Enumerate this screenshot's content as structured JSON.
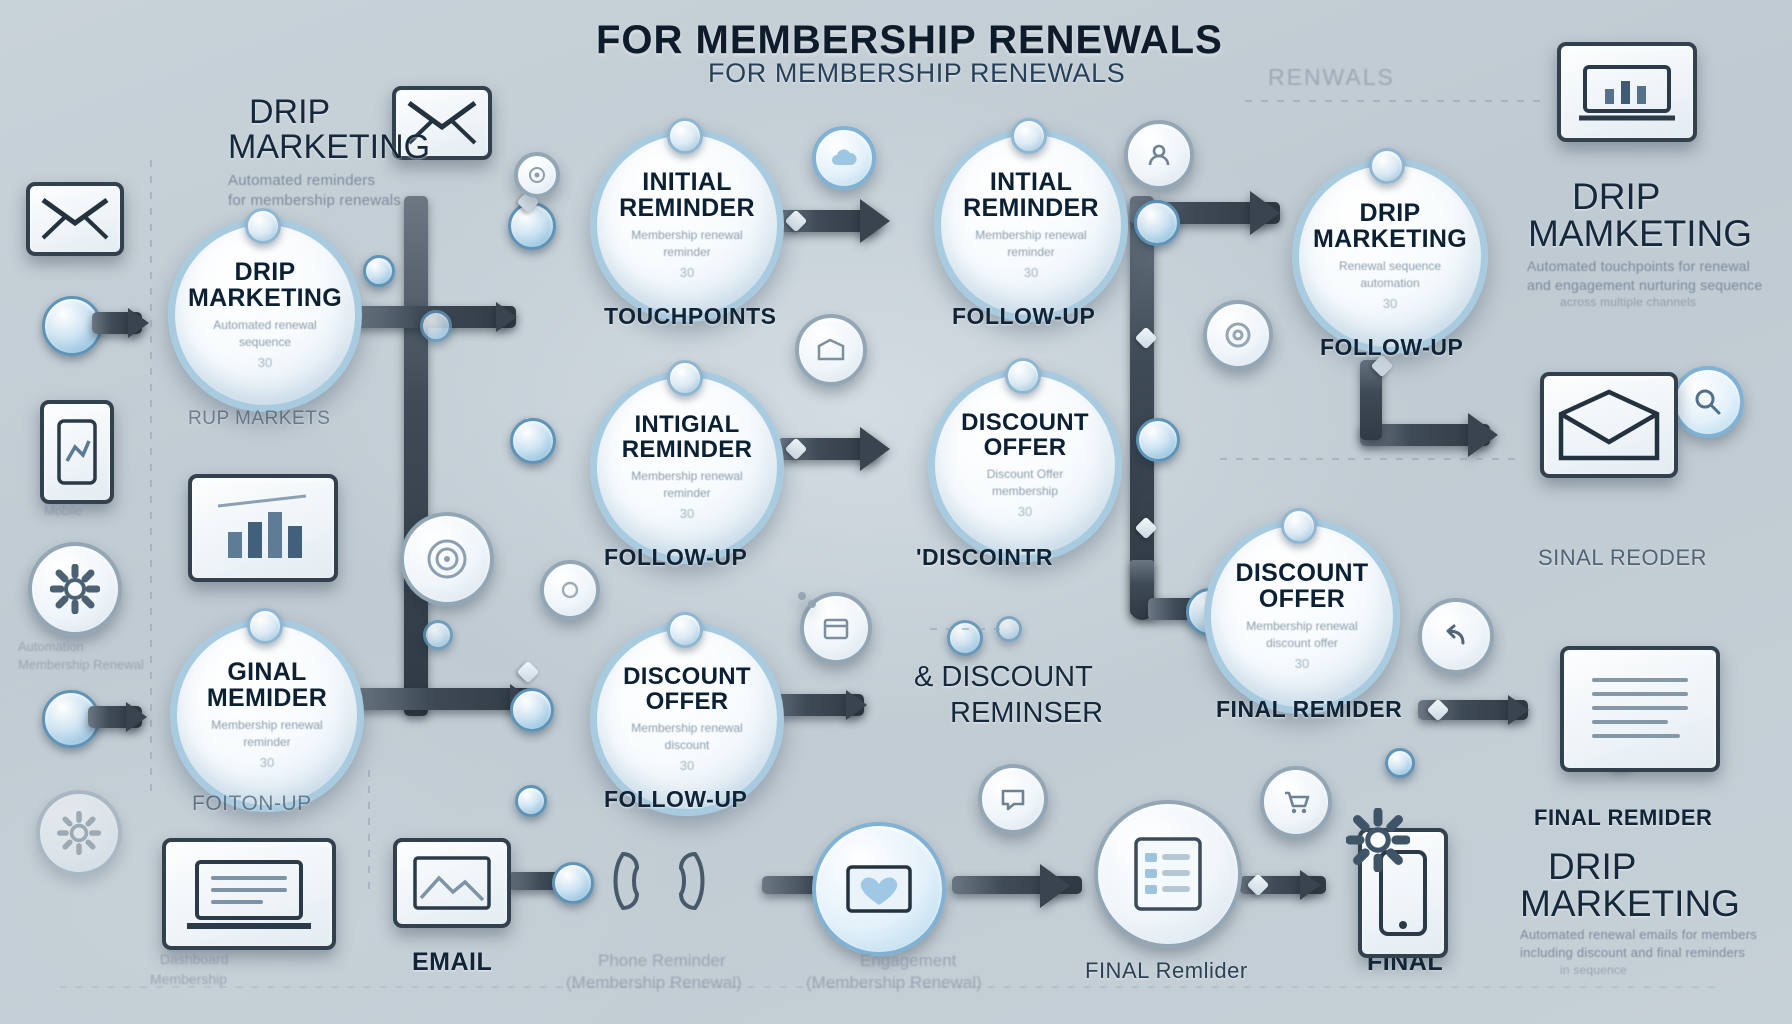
{
  "header": {
    "title": "FOR MEMBERSHIP RENEWALS",
    "subtitle": "FOR MEMBERSHIP RENEWALS",
    "corner_label": "RENWALS"
  },
  "side_panels": {
    "top_left": {
      "title_line1": "DRIP",
      "title_line2": "MARKETING",
      "blurb_line1": "Automated reminders",
      "blurb_line2": "for membership renewals"
    },
    "top_right": {
      "title_line1": "DRIP",
      "title_line2": "MAMKETING",
      "blurb_line1": "Automated touchpoints for renewal",
      "blurb_line2": "and engagement nurturing sequence",
      "blurb_line3": "across multiple channels"
    },
    "bottom_right": {
      "caption": "FINAL REMIDER",
      "title_line1": "DRIP",
      "title_line2": "MARKETING",
      "blurb_line1": "Automated renewal emails for members",
      "blurb_line2": "including discount and final reminders",
      "blurb_line3": "in sequence"
    }
  },
  "nodes": [
    {
      "id": "drip-marketing-left",
      "title_line1": "DRIP",
      "title_line2": "MARKETING",
      "sub_line1": "Automated renewal",
      "sub_line2": "sequence",
      "mark": "30",
      "caption": "RUP MARKETS"
    },
    {
      "id": "initial-reminder-top",
      "title_line1": "INITIAL",
      "title_line2": "REMINDER",
      "sub_line1": "Membership renewal",
      "sub_line2": "reminder",
      "mark": "30",
      "caption": "TOUCHPOINTS"
    },
    {
      "id": "initial-reminder-mid",
      "title_line1": "INTIGIAL",
      "title_line2": "REMINDER",
      "sub_line1": "Membership renewal",
      "sub_line2": "reminder",
      "mark": "30",
      "caption": "FOLLOW-UP"
    },
    {
      "id": "discount-offer-left",
      "title_line1": "DISCOUNT",
      "title_line2": "OFFER",
      "sub_line1": "Membership renewal",
      "sub_line2": "discount",
      "mark": "30",
      "caption": "FOLLOW-UP"
    },
    {
      "id": "final-reminder-left",
      "title_line1": "GINAL",
      "title_line2": "MEMIDER",
      "sub_line1": "Membership renewal",
      "sub_line2": "reminder",
      "mark": "30",
      "caption": "FOITON-UP"
    },
    {
      "id": "initial-reminder-right",
      "title_line1": "INTIAL",
      "title_line2": "REMINDER",
      "sub_line1": "Membership renewal",
      "sub_line2": "reminder",
      "mark": "30",
      "caption": "FOLLOW-UP"
    },
    {
      "id": "discount-offer-mid",
      "title_line1": "DISCOUNT",
      "title_line2": "OFFER",
      "sub_line1": "Discount Offer",
      "sub_line2": "membership",
      "mark": "30",
      "caption": "'DISCOINTR"
    },
    {
      "id": "drip-marketing-right",
      "title_line1": "DRIP",
      "title_line2": "MARKETING",
      "sub_line1": "Renewal sequence",
      "sub_line2": "automation",
      "mark": "30",
      "caption": "FOLLOW-UP"
    },
    {
      "id": "discount-offer-right",
      "title_line1": "DISCOUNT",
      "title_line2": "OFFER",
      "sub_line1": "Membership renewal",
      "sub_line2": "discount offer",
      "mark": "30",
      "caption": "FINAL REMIDER"
    }
  ],
  "floating_labels": {
    "discount_reminder_line1": "& DISCOUNT",
    "discount_reminder_line2": "REMINSER",
    "final_reminder_mid": "FINAL Remlider",
    "final_right": "FINAL",
    "sinal_reoder": "SINAL REODER"
  },
  "bottom_labels": {
    "email": "EMAIL",
    "phone_line1": "Phone Reminder",
    "phone_line2": "(Membership Renewal)",
    "heart_line1": "Engagement",
    "heart_line2": "(Membership Renewal)"
  },
  "left_rail": {
    "phone_caption": "Mobile",
    "gear_caption_line1": "Automation",
    "gear_caption_line2": "Membership Renewal",
    "laptop_caption_line1": "Dashboard",
    "laptop_caption_line2": "Membership"
  },
  "icons": {
    "envelope_top_left": "envelope-icon",
    "envelope_rail": "envelope-icon",
    "envelope_header": "envelope-icon",
    "envelope_open_right": "envelope-open-icon",
    "phone_rail": "mobile-phone-icon",
    "gear_rail": "gear-icon",
    "chart_rail": "bar-chart-icon",
    "laptop_rail": "laptop-icon",
    "laptop_top_right": "laptop-chart-icon",
    "target_mid": "target-icon",
    "target_small": "target-icon",
    "tag_mid": "tag-icon",
    "calendar_mid": "calendar-icon",
    "heart_bottom": "heart-icon",
    "checklist_bottom": "checklist-icon",
    "phone_bottom_right": "mobile-phone-icon",
    "gear_bottom_right": "gear-icon",
    "document_right": "document-icon",
    "telephone_bottom": "telephone-handset-icon",
    "image_card_bottom": "image-card-icon",
    "cart_bottom": "shopping-cart-icon",
    "reply_right": "reply-arrow-icon",
    "search_right": "search-icon",
    "cloud_top": "cloud-icon"
  },
  "colors": {
    "background": "#c3ced6",
    "node_border": "#a9cbe0",
    "connector": "#39444f",
    "title_ink": "#0d1b2a",
    "accent_blue": "#7ab3d6"
  }
}
